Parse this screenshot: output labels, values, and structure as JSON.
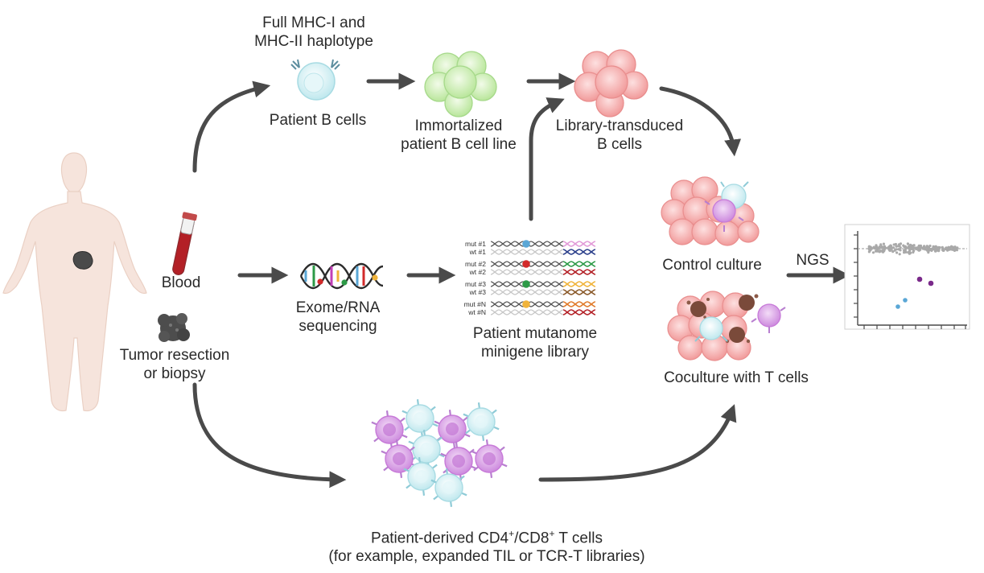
{
  "labels": {
    "haplotype": [
      "Full MHC-I and",
      "MHC-II haplotype"
    ],
    "b_cells": "Patient B cells",
    "immortalized": [
      "Immortalized",
      "patient B cell line"
    ],
    "transduced": [
      "Library-transduced",
      "B cells"
    ],
    "blood": "Blood",
    "tumor": [
      "Tumor resection",
      "or biopsy"
    ],
    "sequencing": [
      "Exome/RNA",
      "sequencing"
    ],
    "library": [
      "Patient mutanome",
      "minigene library"
    ],
    "control": "Control culture",
    "coculture": "Coculture with T cells",
    "ngs": "NGS",
    "tcells_pre": "Patient-derived CD4",
    "tcells_sup1": "+",
    "tcells_mid": "/CD8",
    "tcells_sup2": "+",
    "tcells_post": " T cells",
    "tcells_line2": "(for example, expanded TIL or TCR-T libraries)"
  },
  "minigene_rows": [
    {
      "mut": "mut #1",
      "wt": "wt #1",
      "dot": "#5aa7d6"
    },
    {
      "mut": "mut #2",
      "wt": "wt #2",
      "dot": "#d22a2a"
    },
    {
      "mut": "mut #3",
      "wt": "wt #3",
      "dot": "#2d9a47"
    },
    {
      "mut": "mut #N",
      "wt": "wt #N",
      "dot": "#f0b33a"
    }
  ],
  "colors": {
    "arrow": "#4a4a4a",
    "body": "#f6e4dc",
    "tumor": "#4a4a4a",
    "b_cell": "#cfeef2",
    "immortalized": "#cdeeb8",
    "transduced": "#f3a3a3",
    "t_cell_cd4": "#d59ae0",
    "t_cell_cd8": "#bfe6ef",
    "scatter_grey": "#a9a9a9",
    "scatter_purple": "#7a2a8a",
    "scatter_blue": "#5aa7d6"
  }
}
